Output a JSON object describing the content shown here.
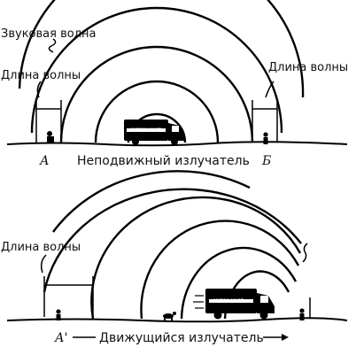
{
  "top": {
    "sound_wave_label": "Звуковая волна",
    "wavelength_left": "Длина волны",
    "wavelength_right": "Длина волны",
    "point_a": "А",
    "point_b": "Б",
    "caption": "Неподвижный излучатель",
    "van_text": "AMBULANCE"
  },
  "bottom": {
    "wavelength_left": "Длина волны",
    "point_a_prime": "А'",
    "caption": "Движущийся излучатель",
    "van_text": "AMBULANCE"
  }
}
